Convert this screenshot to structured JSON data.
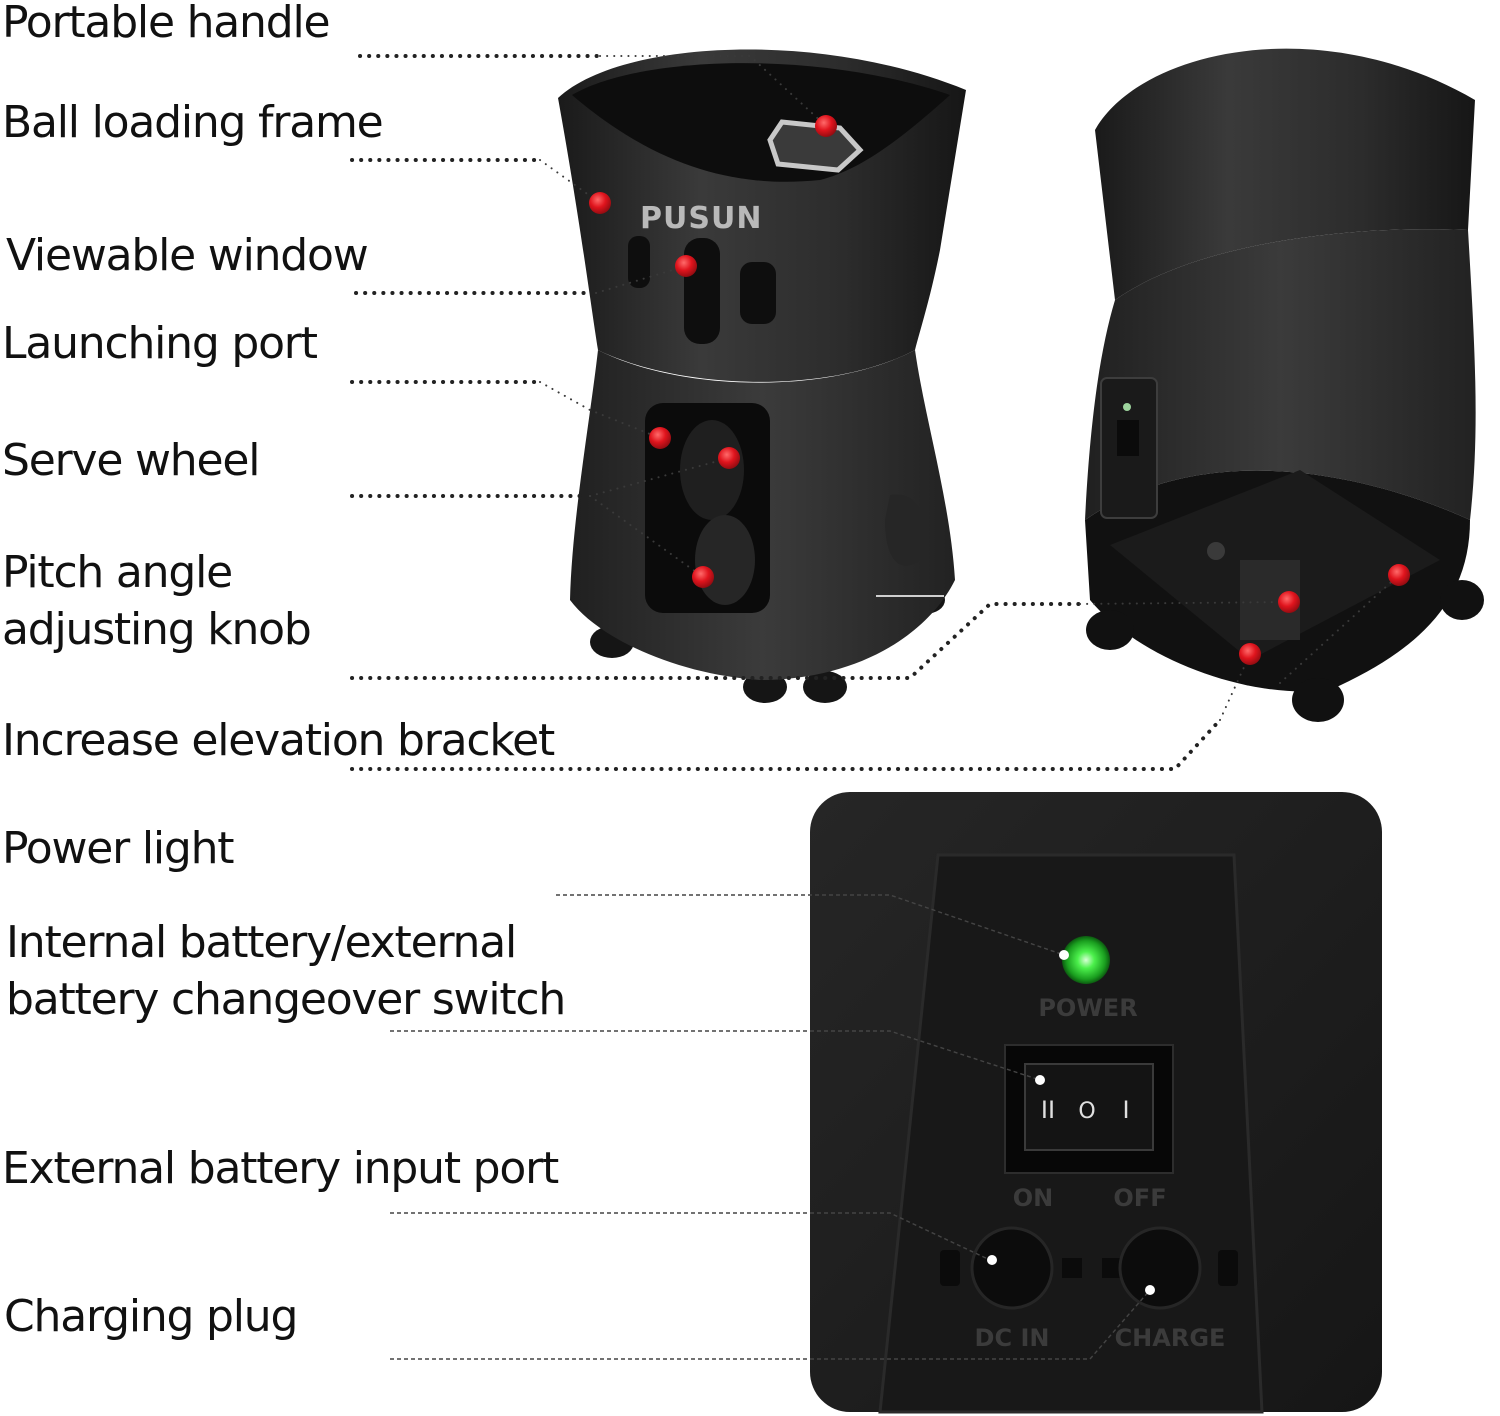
{
  "labels": [
    {
      "id": "portable-handle",
      "text": "Portable handle"
    },
    {
      "id": "ball-loading-frame",
      "text": "Ball loading frame"
    },
    {
      "id": "viewable-window",
      "text": "Viewable window"
    },
    {
      "id": "launching-port",
      "text": "Launching port"
    },
    {
      "id": "serve-wheel",
      "text": "Serve wheel"
    },
    {
      "id": "pitch-angle-knob",
      "text": "Pitch angle adjusting knob"
    },
    {
      "id": "increase-elevation-bracket",
      "text": "Increase elevation bracket"
    },
    {
      "id": "power-light",
      "text": "Power light"
    },
    {
      "id": "battery-changeover-switch",
      "text": "Internal battery/external battery changeover switch"
    },
    {
      "id": "external-battery-input-port",
      "text": "External battery input port"
    },
    {
      "id": "charging-plug",
      "text": "Charging plug"
    }
  ],
  "product": {
    "brand_logo": "PUSUN"
  },
  "control_panel": {
    "power_label": "POWER",
    "switch_symbols": {
      "left": "II",
      "center": "O",
      "right": "I"
    },
    "switch_on_label": "ON",
    "switch_off_label": "OFF",
    "dc_in_label": "DC IN",
    "charge_label": "CHARGE"
  },
  "colors": {
    "machine_body": "#2a2a2a",
    "marker_dot": "#d9141c",
    "power_led": "#37e23c",
    "panel_bg": "#1f1f1f"
  }
}
